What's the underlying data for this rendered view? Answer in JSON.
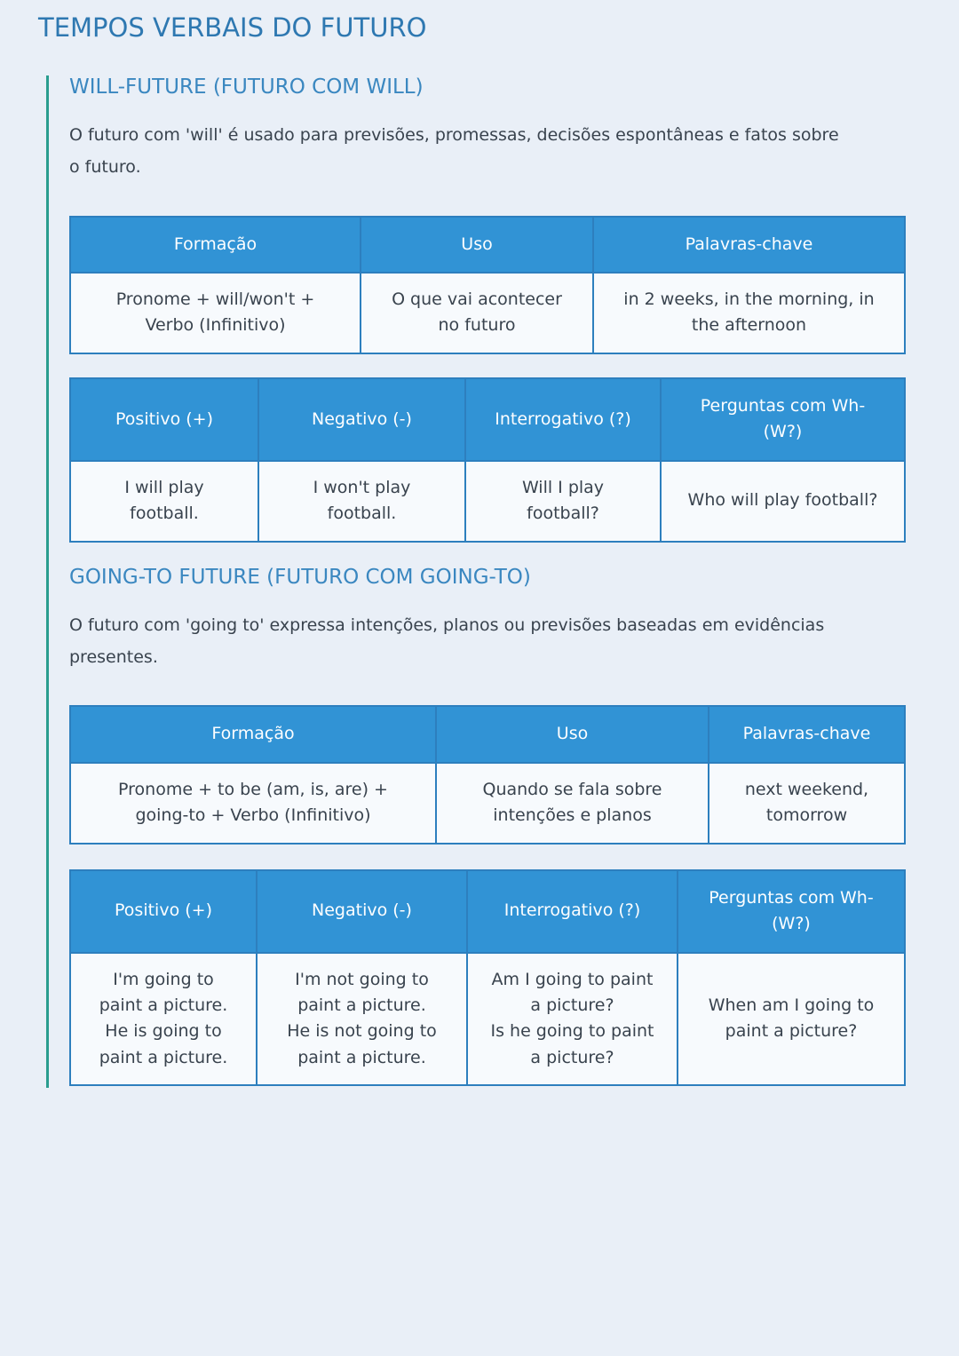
{
  "page": {
    "title": "TEMPOS VERBAIS DO FUTURO"
  },
  "colors": {
    "page_background": "#e9eff7",
    "accent_teal_bar": "#2a9d8f",
    "heading_blue": "#2e78b1",
    "table_header_blue": "#3193d5",
    "table_border_blue": "#2d7fbe",
    "table_body_background": "#f7fafd"
  },
  "sections": [
    {
      "heading": "WILL-FUTURE (FUTURO COM WILL)",
      "description": "O futuro com 'will' é usado para previsões, promessas, decisões espontâneas e fatos sobre\no futuro.",
      "formation_table": {
        "headers": [
          "Formação",
          "Uso",
          "Palavras-chave"
        ],
        "cells": [
          "Pronome + will/won't +\nVerbo (Infinitivo)",
          "O que vai acontecer\nno futuro",
          "in 2 weeks, in the morning, in\nthe afternoon"
        ]
      },
      "forms_table": {
        "headers": [
          "Positivo (+)",
          "Negativo (-)",
          "Interrogativo (?)",
          "Perguntas com Wh-\n(W?)"
        ],
        "cells": [
          "I will play\nfootball.",
          "I won't play\nfootball.",
          "Will I play\nfootball?",
          "Who will play football?"
        ]
      }
    },
    {
      "heading": "GOING-TO FUTURE (FUTURO COM GOING-TO)",
      "description": "O futuro com 'going to' expressa intenções, planos ou previsões baseadas em evidências\npresentes.",
      "formation_table": {
        "headers": [
          "Formação",
          "Uso",
          "Palavras-chave"
        ],
        "cells": [
          "Pronome + to be (am, is, are) +\ngoing-to + Verbo (Infinitivo)",
          "Quando se fala sobre\nintenções e planos",
          "next weekend,\ntomorrow"
        ]
      },
      "forms_table": {
        "headers": [
          "Positivo (+)",
          "Negativo (-)",
          "Interrogativo (?)",
          "Perguntas com Wh-\n(W?)"
        ],
        "cells": [
          "I'm going to\npaint a picture.\nHe is going to\npaint a picture.",
          "I'm not going to\npaint a picture.\nHe is not going to\npaint a picture.",
          "Am I going to paint\na picture?\nIs he going to paint\na picture?",
          "When am I going to\npaint a picture?"
        ]
      }
    }
  ]
}
